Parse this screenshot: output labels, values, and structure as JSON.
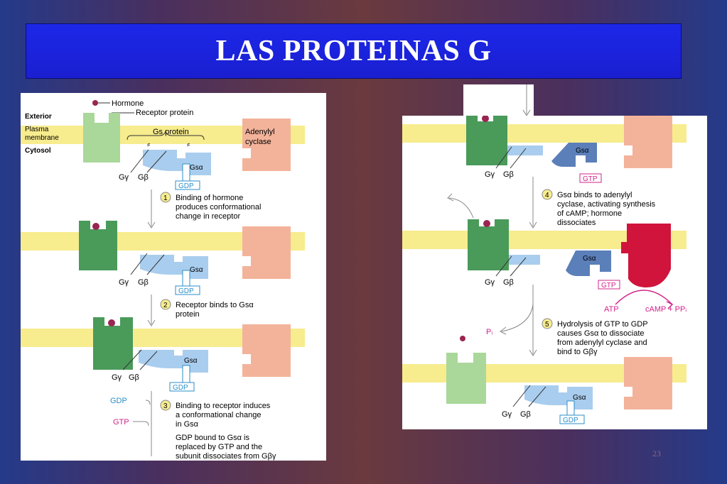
{
  "slide": {
    "title": "LAS PROTEINAS G",
    "page_number": "23"
  },
  "left": {
    "hormone": "Hormone",
    "receptor": "Receptor protein",
    "exterior": "Exterior",
    "plasma": "Plasma",
    "membrane": "membrane",
    "cytosol": "Cytosol",
    "gs_protein": "Gs protein",
    "adenylyl": "Adenylyl",
    "cyclase": "cyclase",
    "g_gamma": "Gγ",
    "g_beta": "Gβ",
    "g_s_alpha": "Gsα",
    "gdp": "GDP",
    "gtp": "GTP",
    "step1_num": "1",
    "step1_l1": "Binding of hormone",
    "step1_l2": "produces conformational",
    "step1_l3": "change in receptor",
    "step2_num": "2",
    "step2_l1": "Receptor binds to Gsα",
    "step2_l2": "protein",
    "step3_num": "3",
    "step3_l1": "Binding to receptor induces",
    "step3_l2": "a conformational change",
    "step3_l3": "in Gsα",
    "step3_l4": "GDP bound to Gsα is",
    "step3_l5": "replaced by GTP and the",
    "step3_l6": "subunit dissociates from Gβγ"
  },
  "right": {
    "g_gamma": "Gγ",
    "g_beta": "Gβ",
    "g_s_alpha": "Gsα",
    "gtp": "GTP",
    "gdp": "GDP",
    "atp": "ATP",
    "camp": "cAMP + PPᵢ",
    "pi": "Pᵢ",
    "step4_num": "4",
    "step4_l1": "Gsα binds to adenylyl",
    "step4_l2": "cyclase, activating synthesis",
    "step4_l3": "of cAMP; hormone",
    "step4_l4": "dissociates",
    "step5_num": "5",
    "step5_l1": "Hydrolysis of GTP to GDP",
    "step5_l2": "causes Gsα to dissociate",
    "step5_l3": "from adenylyl cyclase and",
    "step5_l4": "bind to Gβγ"
  },
  "colors": {
    "membrane": "#f7ec8e",
    "receptor_light": "#a9d89a",
    "receptor_dark": "#4a9a5a",
    "gprotein": "#a9cdee",
    "gprotein_dark": "#5b7fb8",
    "cyclase": "#f3b39a",
    "cyclase_active": "#d0143c",
    "hormone": "#9a2550",
    "magenta": "#d0248a",
    "title_blue": "#1c27e8"
  }
}
